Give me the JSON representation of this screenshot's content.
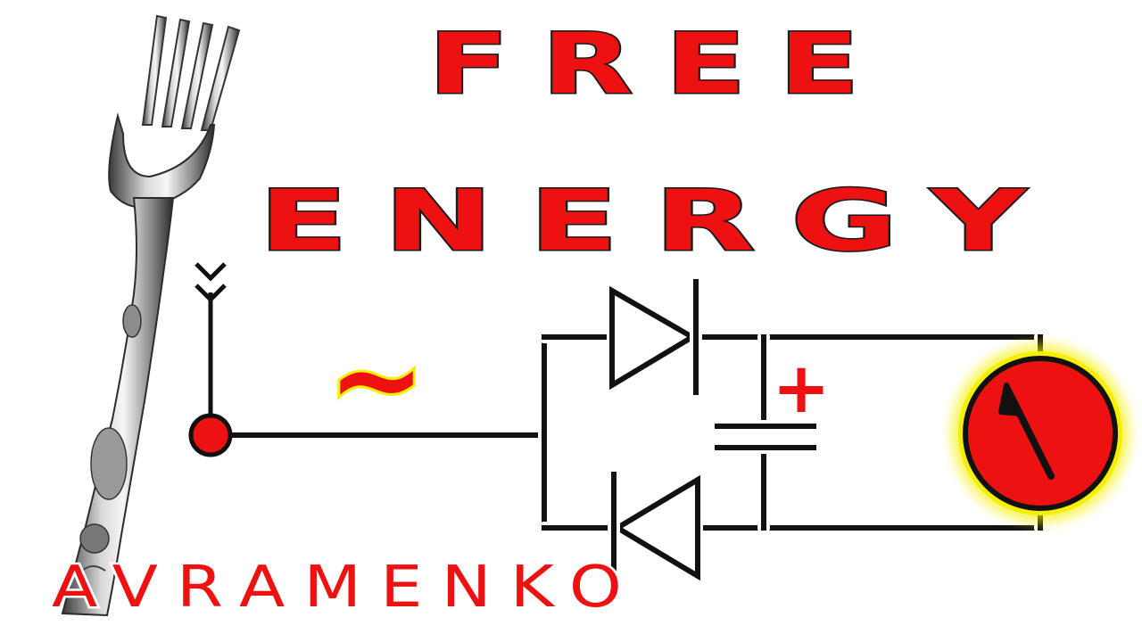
{
  "title": {
    "line1": "FREE",
    "line2": "ENERGY"
  },
  "credit": "AVRAMENKO",
  "symbols": {
    "ac_sign": "~",
    "polarity_plus": "+"
  },
  "icons": {
    "antenna": "antenna-icon",
    "fork": "fork-icon",
    "meter": "meter-icon"
  },
  "colors": {
    "accent_red": "#ee1111",
    "wire_black": "#111111",
    "glow_yellow": "#f4f000",
    "background": "#ffffff"
  }
}
